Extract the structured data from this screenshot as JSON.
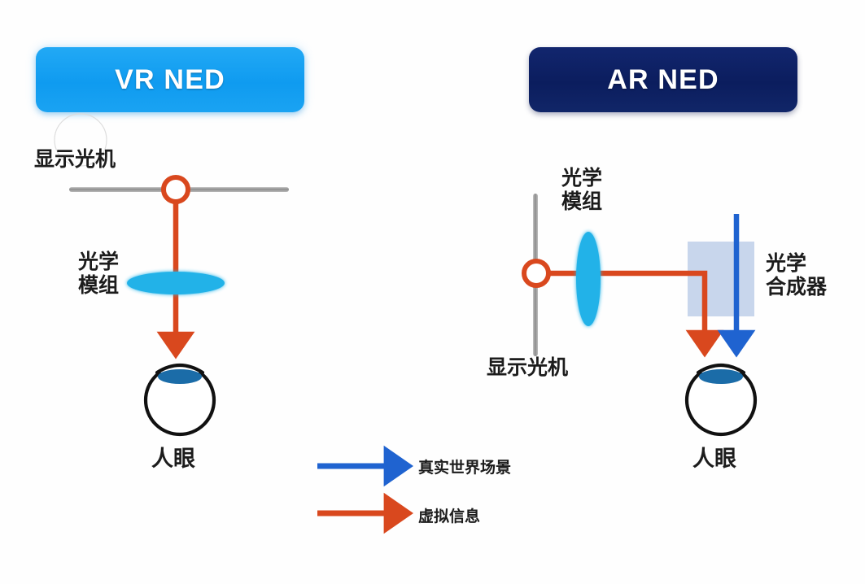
{
  "diagram": {
    "title_vr": "VR NED",
    "title_ar": "AR NED",
    "background_color": "#fefefe",
    "colors": {
      "vr_pill": "#1aa3f2",
      "ar_pill": "#0b1d5e",
      "virtual_ray": "#d9481e",
      "real_ray": "#1f63d0",
      "lens_cyan": "#23b2e8",
      "combiner": "#c3d3ea",
      "panel_gray": "#9a9a9a",
      "iris_blue": "#1b6ca8",
      "eye_outline": "#111111"
    }
  },
  "vr_panel": {
    "header": "VR NED",
    "labels": {
      "display_engine": "显示光机",
      "optics_module_line1": "光学",
      "optics_module_line2": "模组",
      "human_eye": "人眼"
    }
  },
  "ar_panel": {
    "header": "AR NED",
    "labels": {
      "optics_module_line1": "光学",
      "optics_module_line2": "模组",
      "display_engine": "显示光机",
      "combiner_line1": "光学",
      "combiner_line2": "合成器",
      "human_eye": "人眼"
    }
  },
  "legend": {
    "items": [
      {
        "label": "真实世界场景",
        "color": "#1f63d0",
        "ray": "real-world-scene"
      },
      {
        "label": "虚拟信息",
        "color": "#d9481e",
        "ray": "virtual-information"
      }
    ]
  },
  "watermark": {
    "text": ""
  }
}
